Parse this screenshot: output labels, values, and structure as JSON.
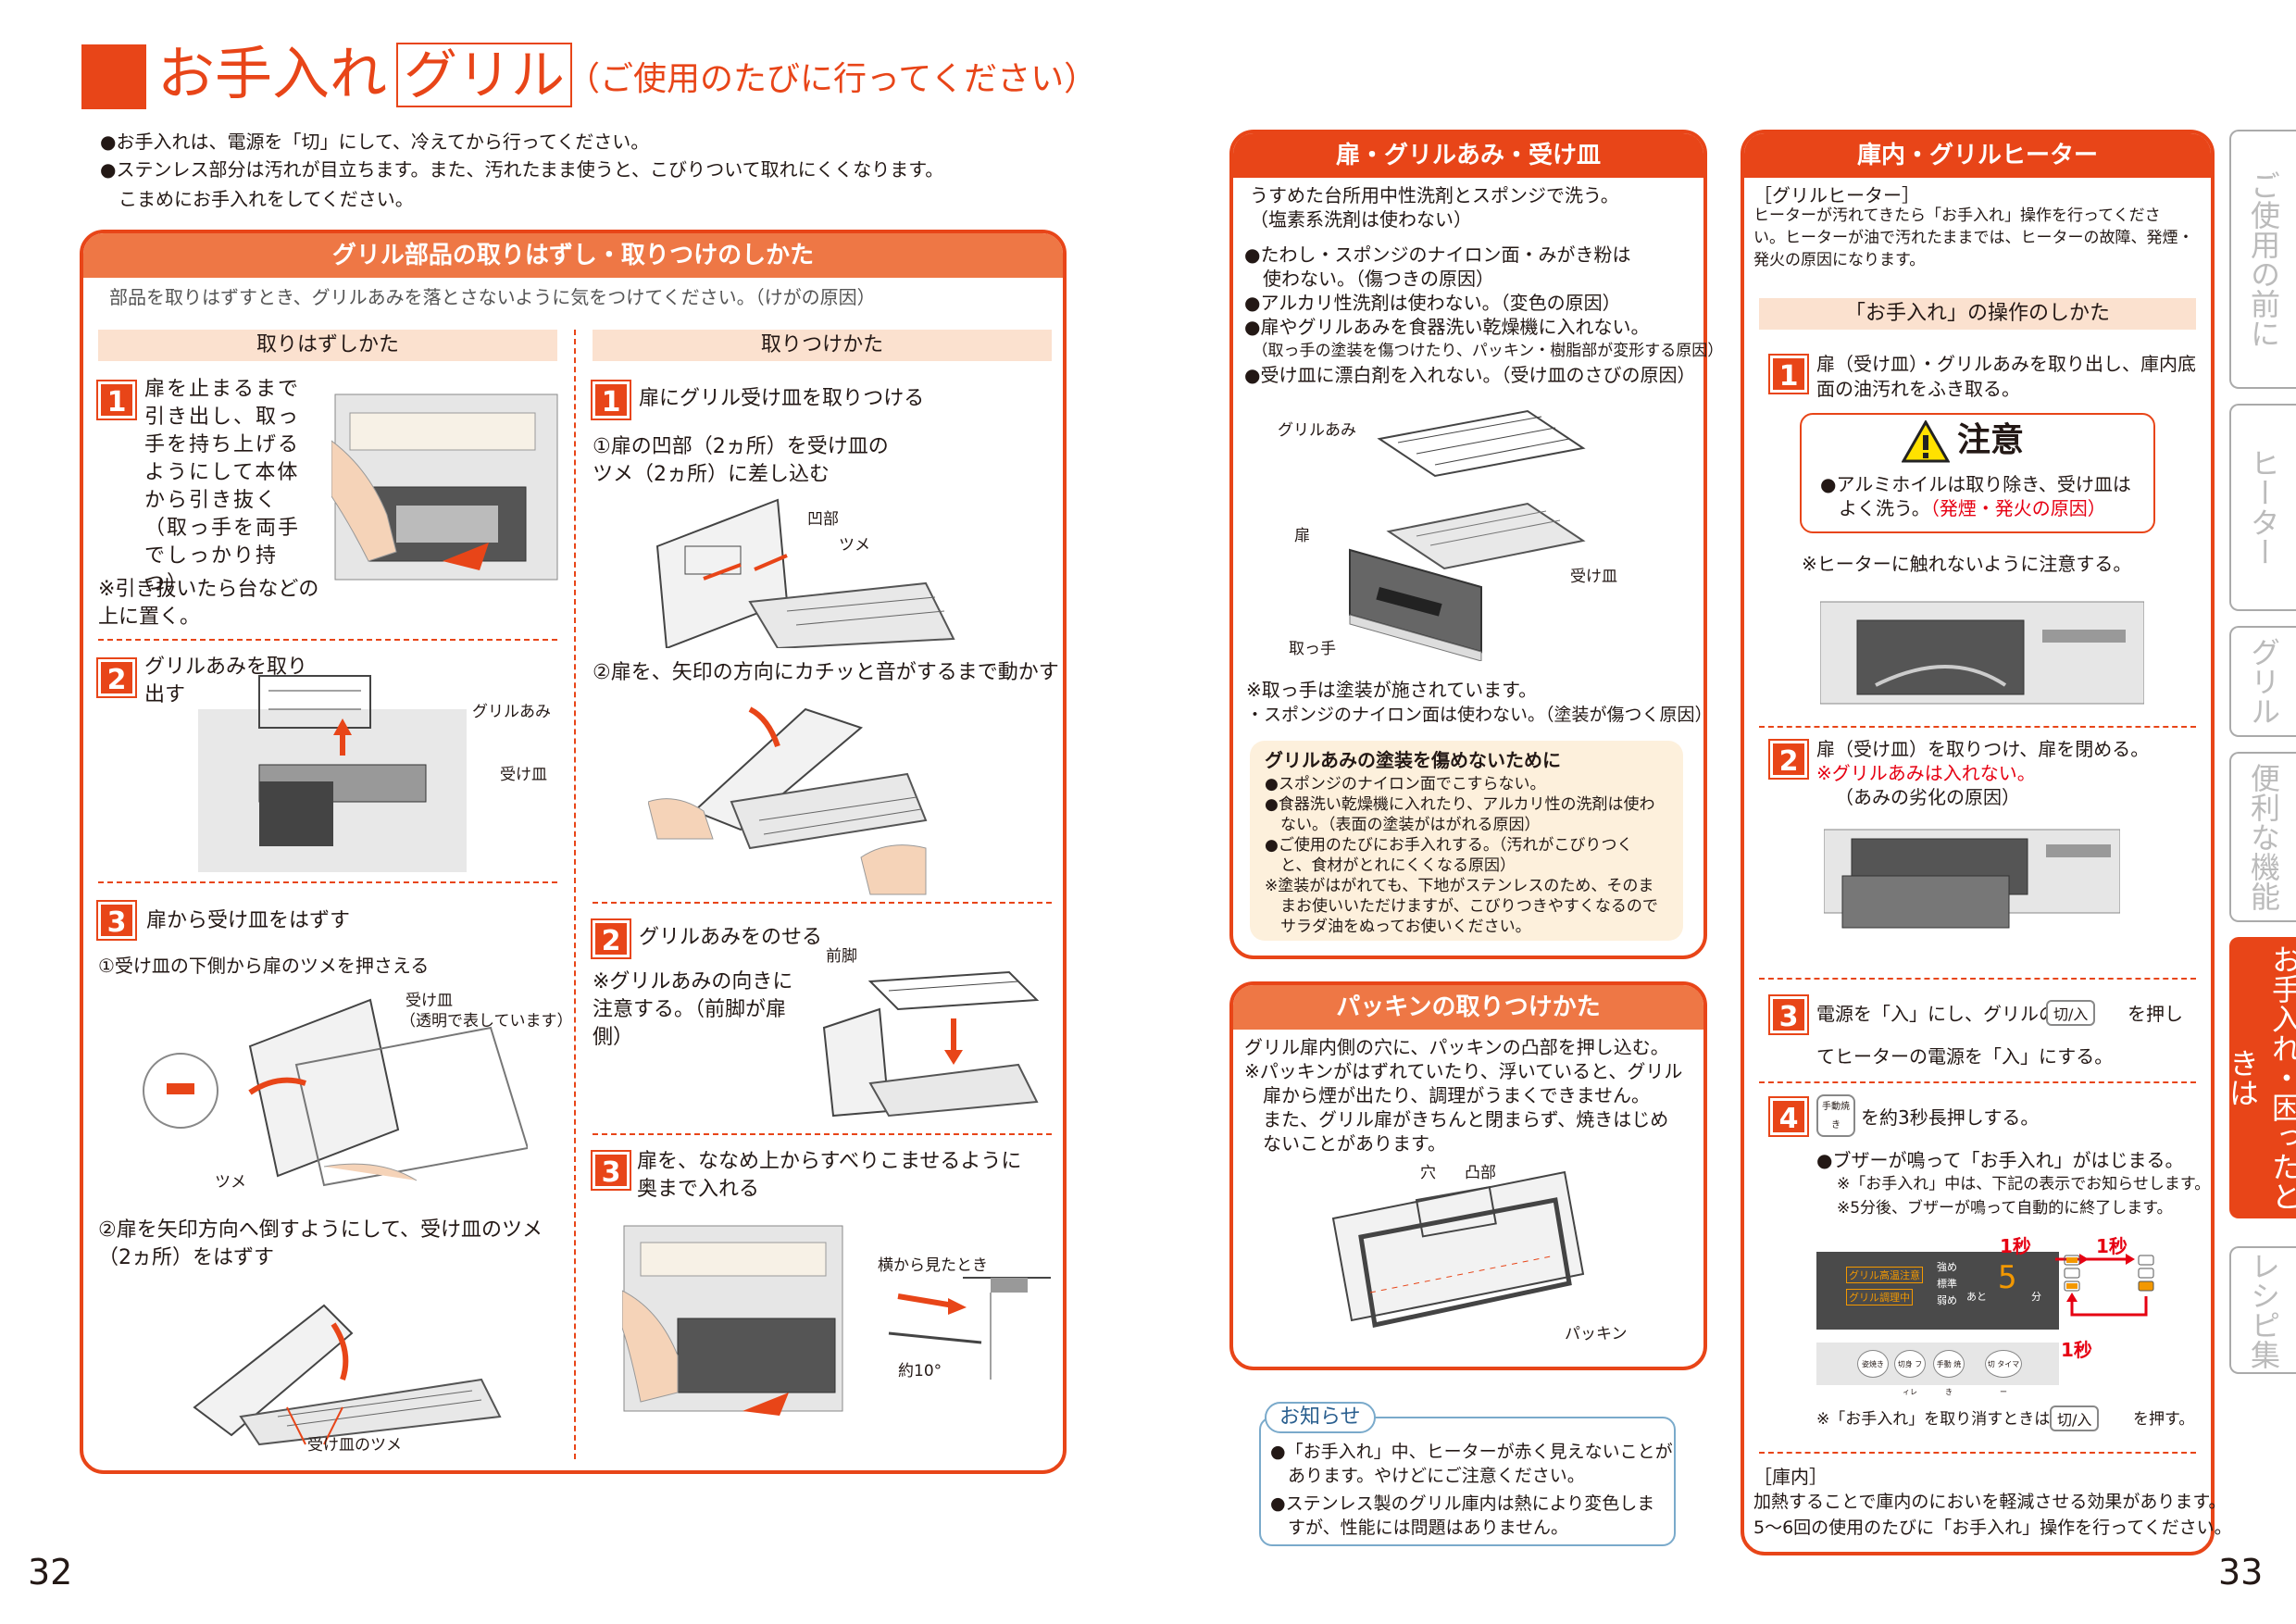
{
  "header": {
    "title_main": "お手入れ",
    "title_box": "グリル",
    "title_note": "（ご使用のたびに行ってください）"
  },
  "intro": [
    "●お手入れは、電源を「切」にして、冷えてから行ってください。",
    "●ステンレス部分は汚れが目立ちます。また、汚れたまま使うと、こびりついて取れにくくなります。",
    "　こまめにお手入れをしてください。"
  ],
  "left_panel": {
    "title": "グリル部品の取りはずし・取りつけのしかた",
    "caution": "部品を取りはずすとき、グリルあみを落とさないように気をつけてください。（けがの原因）",
    "remove": {
      "heading": "取りはずしかた",
      "step1": {
        "num": "1",
        "text": "扉を止まるまで引き出し、取っ手を持ち上げるようにして本体から引き抜く（取っ手を両手でしっかり持つ）",
        "note": "※引き抜いたら台などの上に置く。"
      },
      "step2": {
        "num": "2",
        "text": "グリルあみを取り出す",
        "lbl_grill": "グリルあみ",
        "lbl_tray": "受け皿"
      },
      "step3": {
        "num": "3",
        "text": "扉から受け皿をはずす",
        "sub1": "①受け皿の下側から扉のツメを押さえる",
        "lbl_tray": "受け皿",
        "lbl_tray_note": "（透明で表しています）",
        "lbl_claw": "ツメ",
        "sub2": "②扉を矢印方向へ倒すようにして、受け皿のツメ（2ヵ所）をはずす",
        "lbl_claws": "受け皿のツメ"
      }
    },
    "attach": {
      "heading": "取りつけかた",
      "step1": {
        "num": "1",
        "text": "扉にグリル受け皿を取りつける",
        "sub1": "①扉の凹部（2ヵ所）を受け皿のツメ（2ヵ所）に差し込む",
        "lbl_recess": "凹部",
        "lbl_claw": "ツメ",
        "sub2": "②扉を、矢印の方向にカチッと音がするまで動かす"
      },
      "step2": {
        "num": "2",
        "text": "グリルあみをのせる",
        "note": "※グリルあみの向きに注意する。（前脚が扉側）",
        "lbl_leg": "前脚"
      },
      "step3": {
        "num": "3",
        "text": "扉を、ななめ上からすべりこませるように奥まで入れる",
        "lbl_side": "横から見たとき",
        "lbl_angle": "約10°"
      }
    }
  },
  "middle_top": {
    "title": "扉・グリルあみ・受け皿",
    "lead": "うすめた台所用中性洗剤とスポンジで洗う。",
    "lead_note": "（塩素系洗剤は使わない）",
    "bullets": [
      "●たわし・スポンジのナイロン面・みがき粉は",
      "　使わない。（傷つきの原因）",
      "●アルカリ性洗剤は使わない。（変色の原因）",
      "●扉やグリルあみを食器洗い乾燥機に入れない。",
      "　（取っ手の塗装を傷つけたり、パッキン・樹脂部が変形する原因）",
      "●受け皿に漂白剤を入れない。（受け皿のさびの原因）"
    ],
    "lbl_grill": "グリルあみ",
    "lbl_door": "扉",
    "lbl_tray": "受け皿",
    "lbl_handle": "取っ手",
    "note1": "※取っ手は塗装が施されています。",
    "note2": "・スポンジのナイロン面は使わない。（塗装が傷つく原因）",
    "box_title": "グリルあみの塗装を傷めないために",
    "box_lines": [
      "●スポンジのナイロン面でこすらない。",
      "●食器洗い乾燥機に入れたり、アルカリ性の洗剤は使わ",
      "　ない。（表面の塗装がはがれる原因）",
      "●ご使用のたびにお手入れする。（汚れがこびりつく",
      "　と、食材がとれにくくなる原因）",
      "※塗装がはがれても、下地がステンレスのため、そのま",
      "　まお使いいただけますが、こびりつきやすくなるので",
      "　サラダ油をぬってお使いください。"
    ]
  },
  "middle_bottom": {
    "title": "パッキンの取りつけかた",
    "lines": [
      "グリル扉内側の穴に、パッキンの凸部を押し込む。",
      "※パッキンがはずれていたり、浮いていると、グリル",
      "　扉から煙が出たり、調理がうまくできません。",
      "　また、グリル扉がきちんと閉まらず、焼きはじめ",
      "　ないことがあります。"
    ],
    "lbl_hole": "穴",
    "lbl_convex": "凸部",
    "lbl_packing": "パッキン"
  },
  "notice": {
    "title": "お知らせ",
    "lines": [
      "●「お手入れ」中、ヒーターが赤く見えないことが",
      "　あります。やけどにご注意ください。",
      "●ステンレス製のグリル庫内は熱により変色しま",
      "　すが、性能には問題はありません。"
    ]
  },
  "right_panel": {
    "title": "庫内・グリルヒーター",
    "heater_head": "［グリルヒーター］",
    "heater_text": [
      "ヒーターが汚れてきたら「お手入れ」操作を行ってくださ",
      "い。ヒーターが油で汚れたままでは、ヒーターの故障、発煙・",
      "発火の原因になります。"
    ],
    "op_head": "「お手入れ」の操作のしかた",
    "step1": {
      "num": "1",
      "text": "扉（受け皿）・グリルあみを取り出し、庫内底面の油汚れをふき取る。"
    },
    "caution_title": "注意",
    "caution_text1": "●アルミホイルは取り除き、受け皿は",
    "caution_text2": "　よく洗う。",
    "caution_red": "（発煙・発火の原因）",
    "heater_note": "※ヒーターに触れないように注意する。",
    "step2": {
      "num": "2",
      "text": "扉（受け皿）を取りつけ、扉を閉める。",
      "red": "※グリルあみは入れない。",
      "note": "（あみの劣化の原因）"
    },
    "step3": {
      "num": "3",
      "text_a": "電源を「入」にし、グリルの",
      "btn": "切/入",
      "text_b": "を押し",
      "text_c": "てヒーターの電源を「入」にする。"
    },
    "step4": {
      "num": "4",
      "text": "を約3秒長押しする。",
      "icon": "手動焼き"
    },
    "buzz": "●ブザーが鳴って「お手入れ」がはじまる。",
    "buzz_n1": "※「お手入れ」中は、下記の表示でお知らせします。",
    "buzz_n2": "※5分後、ブザーが鳴って自動的に終了します。",
    "sec1": "1秒",
    "sec2": "1秒",
    "sec3": "1秒",
    "display": {
      "l1": "グリル高温注意",
      "l2": "グリル調理中",
      "m1": "強め",
      "m2": "標準",
      "m3": "弱め",
      "num": "5",
      "unit": "分",
      "ato": "あと"
    },
    "panel_btns": [
      "姿焼き",
      "切身\nフィレ",
      "手動\n焼き",
      "切\nタイマー"
    ],
    "cancel_a": "※「お手入れ」を取り消すときは、",
    "cancel_btn": "切/入",
    "cancel_b": "を押す。",
    "inner_head": "［庫内］",
    "inner_text": [
      "加熱することで庫内のにおいを軽減させる効果があります。",
      "5～6回の使用のたびに「お手入れ」操作を行ってください。"
    ]
  },
  "tabs": [
    "ご使用の前に",
    "ヒーター",
    "グリル",
    "便利な機能",
    "お手入れ・困ったときは",
    "レシピ集"
  ],
  "page_left": "32",
  "page_right": "33"
}
